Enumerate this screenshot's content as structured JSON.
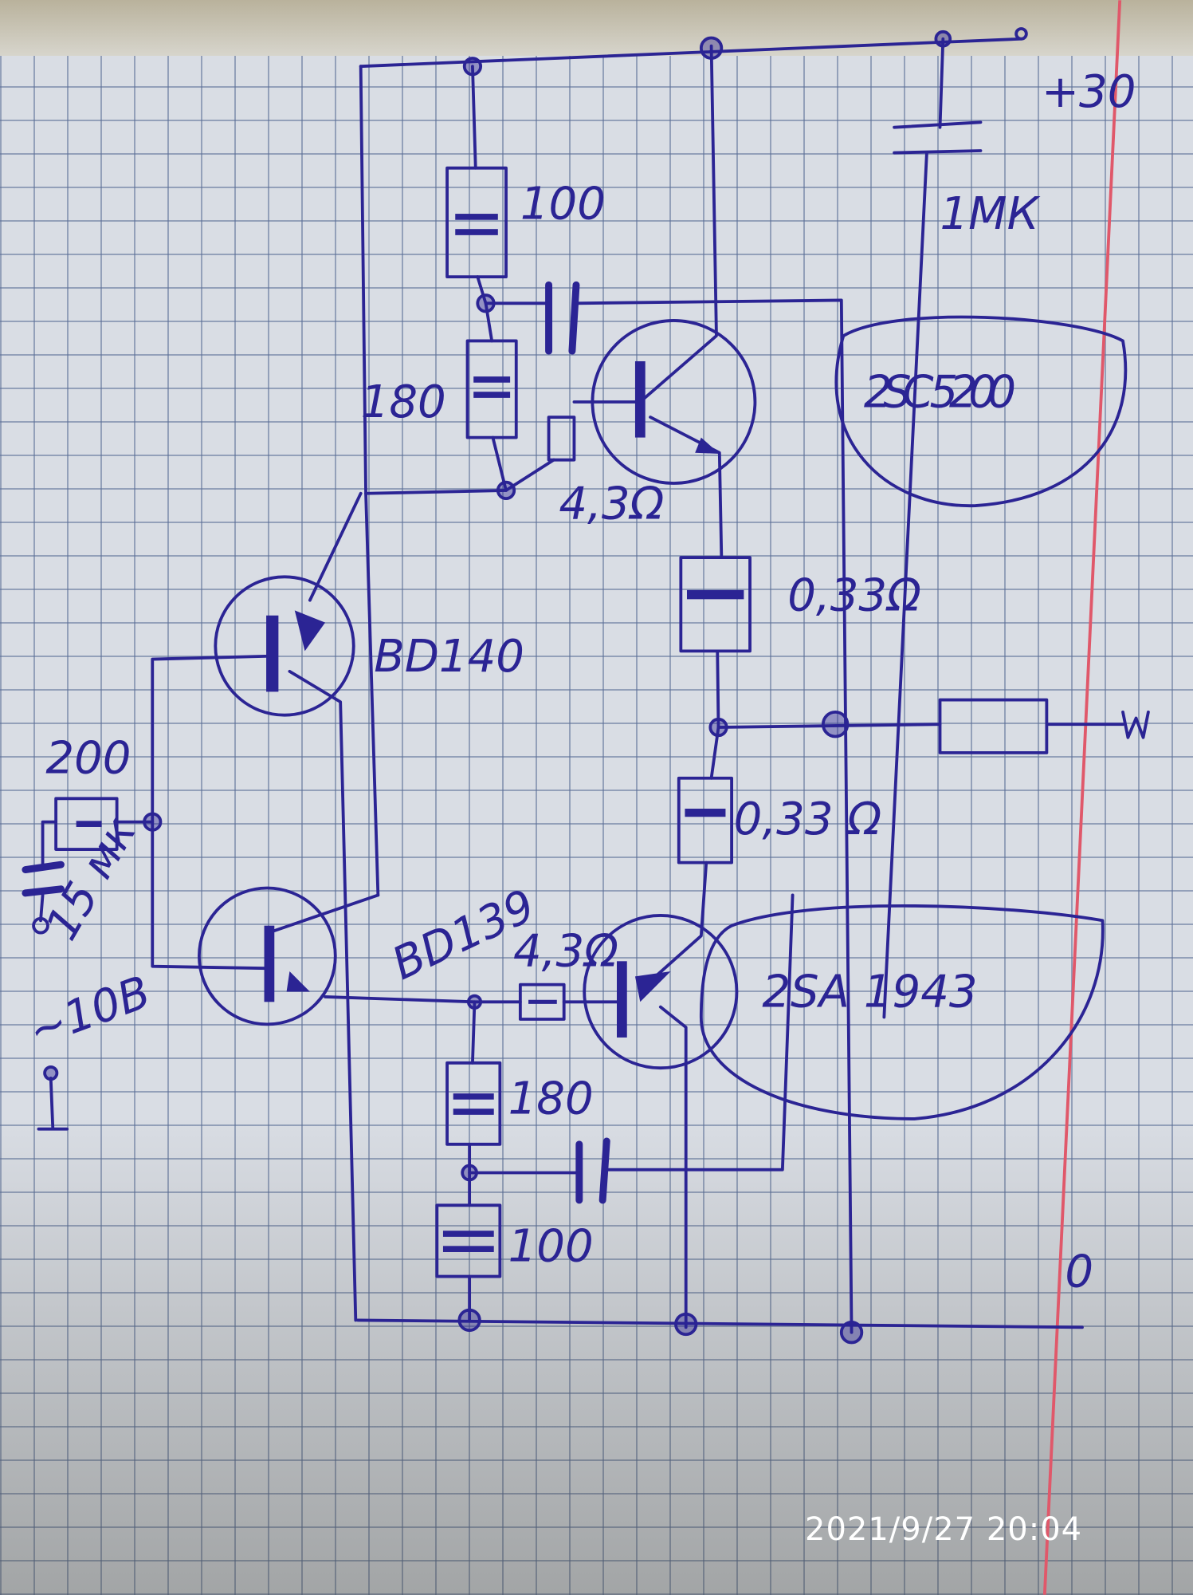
{
  "labels": {
    "supply": "+30",
    "cap_supply": "1МК",
    "r_top_100": "100",
    "r_top_180": "180",
    "r_base_top": "4,3Ω",
    "npn_output": "2SC 5200",
    "r_emitter_top": "0,33Ω",
    "pnp_driver": "BD140",
    "r_input": "200",
    "cap_input": "15 мк",
    "input_voltage": "~10В",
    "npn_driver": "BD139",
    "r_base_bottom": "4,3Ω",
    "pnp_output": "2SA 1943",
    "r_emitter_bottom": "0,33 Ω",
    "r_bottom_180": "180",
    "r_bottom_100": "100",
    "ground": "0"
  },
  "timestamp": "2021/9/27  20:04",
  "colors": {
    "ink": "#2b2494",
    "margin": "#e0586a",
    "paper": "#d9dde4"
  }
}
